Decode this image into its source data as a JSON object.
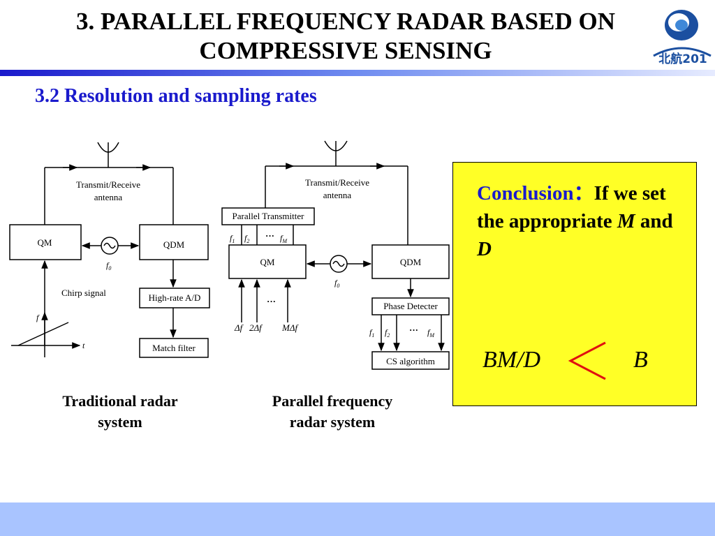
{
  "header": {
    "title_line1": "3. PARALLEL FREQUENCY RADAR BASED ON",
    "title_line2": "COMPRESSIVE SENSING",
    "logo_text": "北航201",
    "accent_color": "#1a1acc"
  },
  "subtitle": "3.2 Resolution and sampling rates",
  "traditional": {
    "antenna_line1": "Transmit/Receive",
    "antenna_line2": "antenna",
    "qm": "QM",
    "qdm": "QDM",
    "f0_base": "f",
    "f0_sub": "0",
    "chirp": "Chirp signal",
    "axis_f": "f",
    "axis_t": "t",
    "adc": "High-rate A/D",
    "match": "Match filter",
    "caption_line1": "Traditional radar",
    "caption_line2": "system"
  },
  "parallel": {
    "antenna_line1": "Transmit/Receive",
    "antenna_line2": "antenna",
    "transmitter": "Parallel Transmitter",
    "f1": "f",
    "f1_sub": "1",
    "f2": "f",
    "f2_sub": "2",
    "fM": "f",
    "fM_sub": "M",
    "dots": "···",
    "qm": "QM",
    "qdm": "QDM",
    "f0_base": "f",
    "f0_sub": "0",
    "phase": "Phase Detecter",
    "cs": "CS algorithm",
    "delta1": "Δf",
    "delta2": "2Δf",
    "deltaM": "MΔf",
    "caption_line1": "Parallel frequency",
    "caption_line2": "radar system"
  },
  "conclusion": {
    "heading": "Conclusion：",
    "text_a": "If we set the appropriate",
    "var_m": "M",
    "and_word": "and",
    "var_d": "D",
    "formula_left": "BM/D",
    "formula_right": "B",
    "box_color": "#ffff26",
    "less_than_color": "#e01010"
  },
  "footer_color": "#a9c4ff"
}
